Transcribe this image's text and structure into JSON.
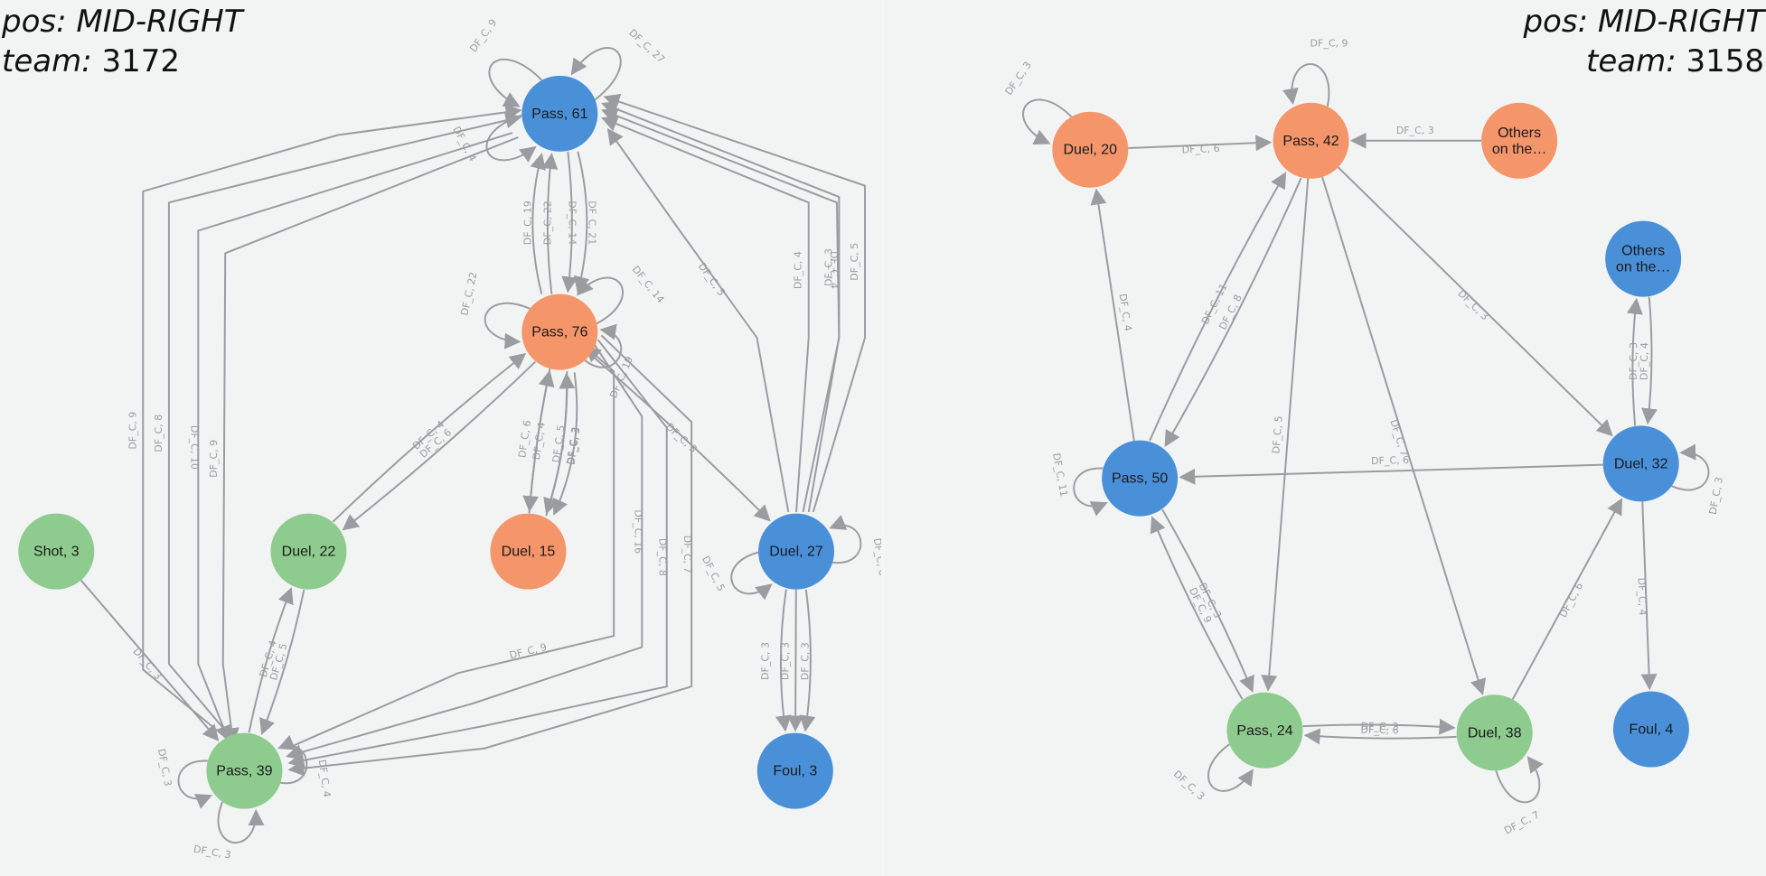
{
  "colors": {
    "blue": "#4a90d9",
    "orange": "#f4956a",
    "green": "#8ecb8e",
    "edge": "#9a9ca0"
  },
  "graphs": [
    {
      "id": "left",
      "pos_label": "pos:",
      "pos_value": "MID-RIGHT",
      "team_label": "team:",
      "team_value": "3172",
      "nodes": [
        {
          "id": "pass61",
          "label": "Pass, 61",
          "color": "blue"
        },
        {
          "id": "pass76",
          "label": "Pass, 76",
          "color": "orange"
        },
        {
          "id": "shot3",
          "label": "Shot, 3",
          "color": "green"
        },
        {
          "id": "duel22",
          "label": "Duel, 22",
          "color": "green"
        },
        {
          "id": "duel15",
          "label": "Duel, 15",
          "color": "orange"
        },
        {
          "id": "duel27",
          "label": "Duel, 27",
          "color": "blue"
        },
        {
          "id": "pass39",
          "label": "Pass, 39",
          "color": "green"
        },
        {
          "id": "foul3",
          "label": "Foul, 3",
          "color": "blue"
        }
      ],
      "edges": [
        {
          "from": "pass61",
          "to": "pass61",
          "label": "DF_C, 9"
        },
        {
          "from": "pass61",
          "to": "pass61",
          "label": "DF_C, 27"
        },
        {
          "from": "pass61",
          "to": "pass61",
          "label": "DF_C, 4"
        },
        {
          "from": "pass61",
          "to": "pass76",
          "label": "DF_C, 14"
        },
        {
          "from": "pass61",
          "to": "pass76",
          "label": "DF_C, 21"
        },
        {
          "from": "pass76",
          "to": "pass61",
          "label": "DF_C, 22"
        },
        {
          "from": "pass76",
          "to": "pass61",
          "label": "DF_C, 19"
        },
        {
          "from": "pass76",
          "to": "pass76",
          "label": "DF_C, 22"
        },
        {
          "from": "pass76",
          "to": "pass76",
          "label": "DF_C, 14"
        },
        {
          "from": "pass76",
          "to": "pass76",
          "label": "DF_C, 19"
        },
        {
          "from": "pass76",
          "to": "duel22",
          "label": "DF_C, 6"
        },
        {
          "from": "duel22",
          "to": "pass76",
          "label": "DF_C, 4"
        },
        {
          "from": "pass76",
          "to": "duel15",
          "label": "DF_C, 5"
        },
        {
          "from": "duel15",
          "to": "pass76",
          "label": "DF_C, 4"
        },
        {
          "from": "pass76",
          "to": "duel15",
          "label": "DF_C, 6"
        },
        {
          "from": "duel15",
          "to": "pass76",
          "label": "DF_C, 3"
        },
        {
          "from": "pass76",
          "to": "duel15",
          "label": "DF_C, 3"
        },
        {
          "from": "pass76",
          "to": "duel27",
          "label": "DF_C, 3"
        },
        {
          "from": "duel27",
          "to": "pass61",
          "label": "DF_C, 5"
        },
        {
          "from": "duel27",
          "to": "pass61",
          "label": "DF_C, 4"
        },
        {
          "from": "pass61",
          "to": "duel27",
          "label": "DF_C, 4"
        },
        {
          "from": "pass61",
          "to": "duel27",
          "label": "DF_C, 3"
        },
        {
          "from": "pass61",
          "to": "duel27",
          "label": "DF_C, 5"
        },
        {
          "from": "duel27",
          "to": "duel27",
          "label": "DF_C, 6"
        },
        {
          "from": "duel27",
          "to": "duel27",
          "label": "DF_C, 5"
        },
        {
          "from": "duel27",
          "to": "foul3",
          "label": "DF_C, 3"
        },
        {
          "from": "duel27",
          "to": "foul3",
          "label": "DF_C, 3"
        },
        {
          "from": "duel27",
          "to": "foul3",
          "label": "DF_C, 3"
        },
        {
          "from": "pass39",
          "to": "pass61",
          "label": "DF_C, 9"
        },
        {
          "from": "pass39",
          "to": "pass61",
          "label": "DF_C, 8"
        },
        {
          "from": "pass61",
          "to": "pass39",
          "label": "DF_C, 10"
        },
        {
          "from": "pass61",
          "to": "pass39",
          "label": "DF_C, 9"
        },
        {
          "from": "shot3",
          "to": "pass39",
          "label": "DF_C, 3"
        },
        {
          "from": "pass39",
          "to": "duel22",
          "label": "DF_C, 4"
        },
        {
          "from": "duel22",
          "to": "pass39",
          "label": "DF_C, 5"
        },
        {
          "from": "pass39",
          "to": "pass76",
          "label": "DF_C, 9"
        },
        {
          "from": "pass76",
          "to": "pass39",
          "label": "DF_C, 16"
        },
        {
          "from": "pass76",
          "to": "pass39",
          "label": "DF_C, 8"
        },
        {
          "from": "pass76",
          "to": "pass39",
          "label": "DF_C, 7"
        },
        {
          "from": "pass39",
          "to": "pass39",
          "label": "DF_C, 4"
        },
        {
          "from": "pass39",
          "to": "pass39",
          "label": "DF_C, 3"
        },
        {
          "from": "pass39",
          "to": "pass39",
          "label": "DF_C, 3"
        }
      ]
    },
    {
      "id": "right",
      "pos_label": "pos:",
      "pos_value": "MID-RIGHT",
      "team_label": "team:",
      "team_value": "3158",
      "nodes": [
        {
          "id": "duel20",
          "label": "Duel, 20",
          "color": "orange"
        },
        {
          "id": "pass42",
          "label": "Pass, 42",
          "color": "orange"
        },
        {
          "id": "others1",
          "label": "Others on the…",
          "color": "orange"
        },
        {
          "id": "others2",
          "label": "Others on the…",
          "color": "blue"
        },
        {
          "id": "pass50",
          "label": "Pass, 50",
          "color": "blue"
        },
        {
          "id": "duel32",
          "label": "Duel, 32",
          "color": "blue"
        },
        {
          "id": "pass24",
          "label": "Pass, 24",
          "color": "green"
        },
        {
          "id": "duel38",
          "label": "Duel, 38",
          "color": "green"
        },
        {
          "id": "foul4",
          "label": "Foul, 4",
          "color": "blue"
        }
      ],
      "edges": [
        {
          "from": "duel20",
          "to": "duel20",
          "label": "DF_C, 3"
        },
        {
          "from": "pass42",
          "to": "pass42",
          "label": "DF_C, 9"
        },
        {
          "from": "duel20",
          "to": "pass42",
          "label": "DF_C, 6"
        },
        {
          "from": "others1",
          "to": "pass42",
          "label": "DF_C, 3"
        },
        {
          "from": "pass50",
          "to": "duel20",
          "label": "DF_C, 4"
        },
        {
          "from": "pass50",
          "to": "pass42",
          "label": "DF_C, 11"
        },
        {
          "from": "pass42",
          "to": "pass50",
          "label": "DF_C, 8"
        },
        {
          "from": "pass42",
          "to": "duel32",
          "label": "DF_C, 3"
        },
        {
          "from": "pass42",
          "to": "pass24",
          "label": "DF_C, 5"
        },
        {
          "from": "pass42",
          "to": "duel38",
          "label": "DF_C, 7"
        },
        {
          "from": "pass50",
          "to": "pass50",
          "label": "DF_C, 11"
        },
        {
          "from": "duel32",
          "to": "pass50",
          "label": "DF_C, 6"
        },
        {
          "from": "duel32",
          "to": "others2",
          "label": "DF_C, 3"
        },
        {
          "from": "others2",
          "to": "duel32",
          "label": "DF_C, 4"
        },
        {
          "from": "duel32",
          "to": "duel32",
          "label": "DF_C, 3"
        },
        {
          "from": "duel32",
          "to": "foul4",
          "label": "DF_C, 4"
        },
        {
          "from": "pass50",
          "to": "pass24",
          "label": "DF_C, 3"
        },
        {
          "from": "pass24",
          "to": "pass50",
          "label": "DF_C, 9"
        },
        {
          "from": "pass24",
          "to": "duel38",
          "label": "DF_C, 3"
        },
        {
          "from": "duel38",
          "to": "pass24",
          "label": "DF_C, 6"
        },
        {
          "from": "pass24",
          "to": "pass24",
          "label": "DF_C, 3"
        },
        {
          "from": "duel38",
          "to": "duel38",
          "label": "DF_C, 7"
        },
        {
          "from": "duel38",
          "to": "duel32",
          "label": "DF_C, 6"
        }
      ]
    }
  ]
}
